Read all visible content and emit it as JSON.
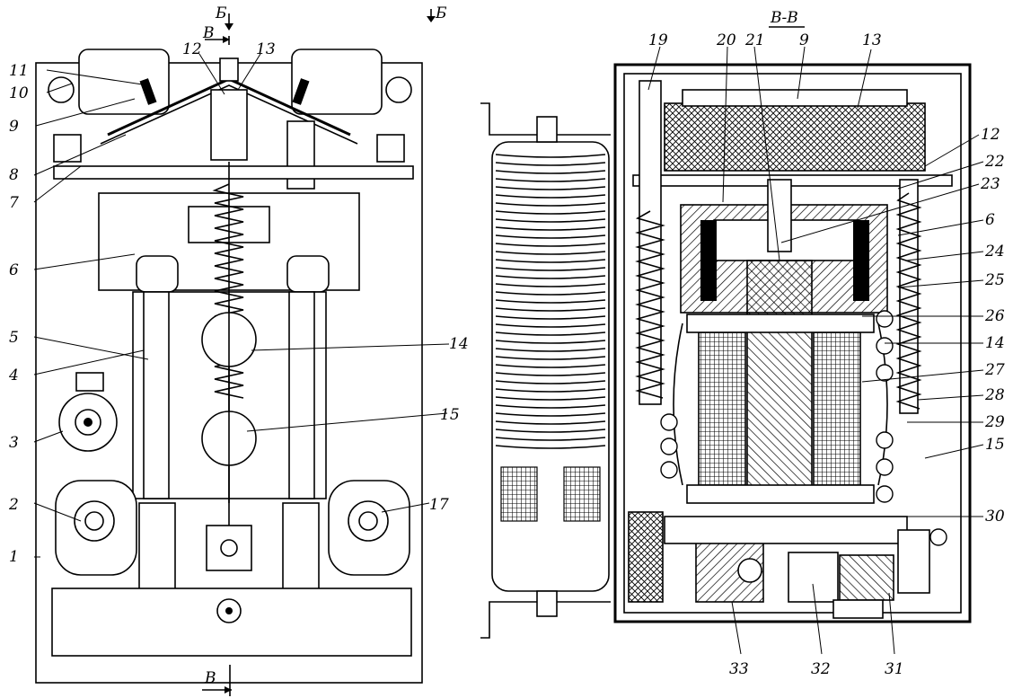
{
  "left_view": {
    "section_marks": {
      "b_left": "Б",
      "b_right": "Б",
      "v_top": "В",
      "v_bottom": "В"
    },
    "callouts": [
      {
        "id": "c1",
        "text": "1"
      },
      {
        "id": "c2",
        "text": "2"
      },
      {
        "id": "c3",
        "text": "3"
      },
      {
        "id": "c4",
        "text": "4"
      },
      {
        "id": "c5",
        "text": "5"
      },
      {
        "id": "c6",
        "text": "6"
      },
      {
        "id": "c7",
        "text": "7"
      },
      {
        "id": "c8",
        "text": "8"
      },
      {
        "id": "c9",
        "text": "9"
      },
      {
        "id": "c10",
        "text": "10"
      },
      {
        "id": "c11",
        "text": "11"
      },
      {
        "id": "c12",
        "text": "12"
      },
      {
        "id": "c13",
        "text": "13"
      },
      {
        "id": "c14",
        "text": "14"
      },
      {
        "id": "c15",
        "text": "15"
      },
      {
        "id": "c17",
        "text": "17"
      }
    ]
  },
  "right_view": {
    "section_title": "В-В",
    "callouts": [
      {
        "id": "r19",
        "text": "19"
      },
      {
        "id": "r20",
        "text": "20"
      },
      {
        "id": "r21",
        "text": "21"
      },
      {
        "id": "r9",
        "text": "9"
      },
      {
        "id": "r13",
        "text": "13"
      },
      {
        "id": "r12",
        "text": "12"
      },
      {
        "id": "r22",
        "text": "22"
      },
      {
        "id": "r23",
        "text": "23"
      },
      {
        "id": "r6",
        "text": "6"
      },
      {
        "id": "r24",
        "text": "24"
      },
      {
        "id": "r25",
        "text": "25"
      },
      {
        "id": "r26",
        "text": "26"
      },
      {
        "id": "r14",
        "text": "14"
      },
      {
        "id": "r27",
        "text": "27"
      },
      {
        "id": "r28",
        "text": "28"
      },
      {
        "id": "r29",
        "text": "29"
      },
      {
        "id": "r15",
        "text": "15"
      },
      {
        "id": "r30",
        "text": "30"
      },
      {
        "id": "r31",
        "text": "31"
      },
      {
        "id": "r32",
        "text": "32"
      },
      {
        "id": "r33",
        "text": "33"
      }
    ]
  }
}
